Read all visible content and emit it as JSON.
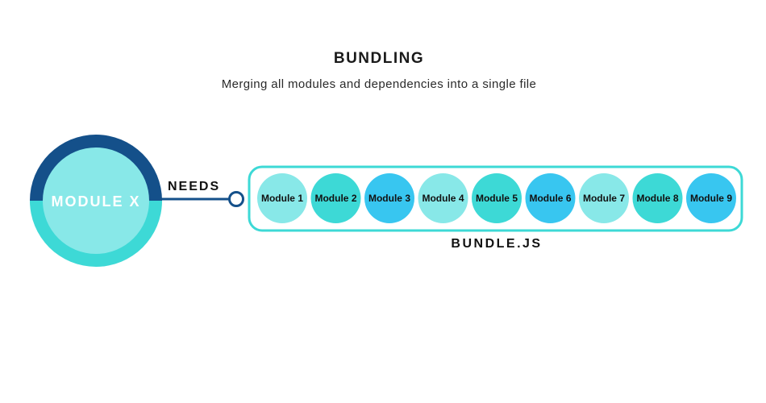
{
  "header": {
    "title": "BUNDLING",
    "subtitle": "Merging all modules and dependencies into a single file"
  },
  "source_module": {
    "label": "MODULE X",
    "colors": {
      "top_ring": "#14508A",
      "bottom_ring": "#3DD9D6",
      "inner": "#88E8E8"
    }
  },
  "connector": {
    "label": "NEEDS",
    "color": "#14508A"
  },
  "bundle": {
    "label": "BUNDLE.JS",
    "border_color": "#3DD9D6",
    "modules": [
      {
        "label": "Module 1",
        "color": "#88E8E8"
      },
      {
        "label": "Module 2",
        "color": "#3DD9D6"
      },
      {
        "label": "Module 3",
        "color": "#38C6F0"
      },
      {
        "label": "Module 4",
        "color": "#88E8E8"
      },
      {
        "label": "Module 5",
        "color": "#3DD9D6"
      },
      {
        "label": "Module 6",
        "color": "#38C6F0"
      },
      {
        "label": "Module 7",
        "color": "#88E8E8"
      },
      {
        "label": "Module 8",
        "color": "#3DD9D6"
      },
      {
        "label": "Module 9",
        "color": "#38C6F0"
      }
    ]
  }
}
